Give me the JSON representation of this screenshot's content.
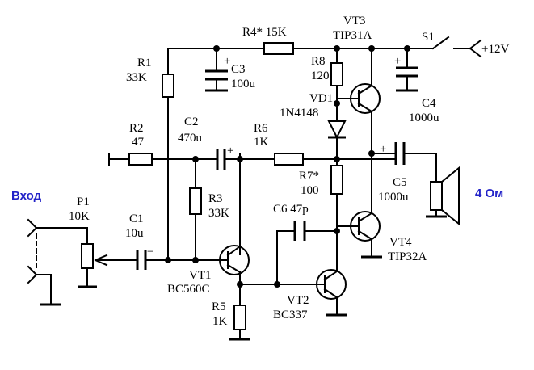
{
  "labels": {
    "input": "Вход",
    "speaker_impedance": "4 Ом",
    "power_supply": "+12V",
    "switch": "S1",
    "r1_name": "R1",
    "r1_value": "33K",
    "r2_name": "R2",
    "r2_value": "47",
    "r3_name": "R3",
    "r3_value": "33K",
    "r4_label": "R4* 15K",
    "r5_name": "R5",
    "r5_value": "1K",
    "r6_name": "R6",
    "r6_value": "1K",
    "r7_name": "R7*",
    "r7_value": "100",
    "r8_name": "R8",
    "r8_value": "120",
    "p1_name": "P1",
    "p1_value": "10K",
    "c1_name": "C1",
    "c1_value": "10u",
    "c2_name": "C2",
    "c2_value": "470u",
    "c3_name": "C3",
    "c3_value": "100u",
    "c4_name": "C4",
    "c4_value": "1000u",
    "c5_name": "C5",
    "c5_value": "1000u",
    "c6_label": "C6 47p",
    "vd1_name": "VD1",
    "vd1_value": "1N4148",
    "vt1_name": "VT1",
    "vt1_value": "BC560C",
    "vt2_name": "VT2",
    "vt2_value": "BC337",
    "vt3_name": "VT3",
    "vt3_value": "TIP31A",
    "vt4_name": "VT4",
    "vt4_value": "TIP32A",
    "plus": "+",
    "minus": "−"
  },
  "colors": {
    "accent_text": "#2323c8",
    "line": "#000000",
    "background": "#ffffff"
  }
}
